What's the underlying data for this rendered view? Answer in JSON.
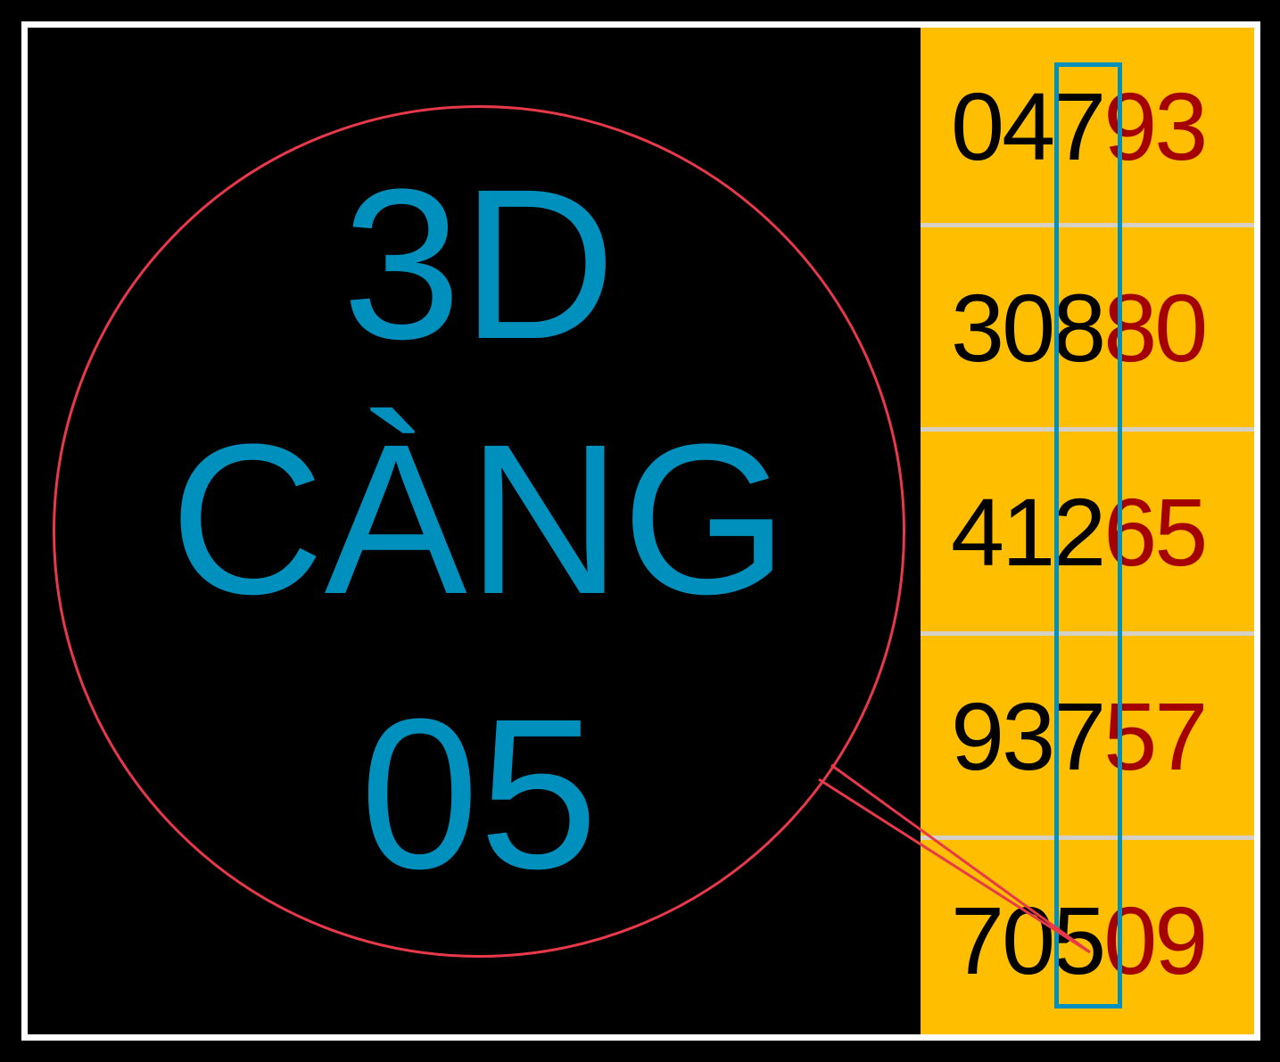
{
  "headline": {
    "line1": "3D",
    "line2": "CÀNG",
    "line3": "05"
  },
  "colors": {
    "headline_text": "#0090bd",
    "circle_outline": "#e8394a",
    "panel_background": "#ffbe00",
    "prefix_digits": "#000000",
    "suffix_digits": "#a40000",
    "highlight_column": "#0090bd"
  },
  "results": [
    {
      "prefix": "047",
      "suffix": "93"
    },
    {
      "prefix": "308",
      "suffix": "80"
    },
    {
      "prefix": "412",
      "suffix": "65"
    },
    {
      "prefix": "937",
      "suffix": "57"
    },
    {
      "prefix": "705",
      "suffix": "09"
    }
  ]
}
